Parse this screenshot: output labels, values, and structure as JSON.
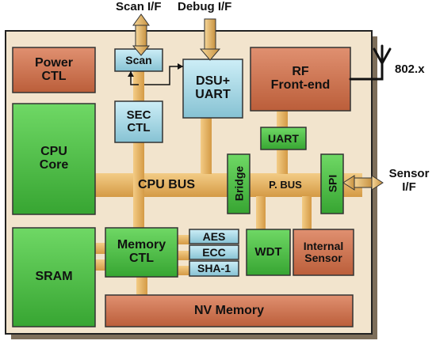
{
  "external": {
    "scan_if": "Scan I/F",
    "debug_if": "Debug I/F",
    "antenna": "802.x",
    "sensor_if": "Sensor\nI/F"
  },
  "blocks": {
    "power_ctl": "Power\nCTL",
    "scan": "Scan",
    "sec_ctl": "SEC\nCTL",
    "dsu_uart": "DSU+\nUART",
    "rf_frontend": "RF\nFront-end",
    "cpu_core": "CPU\nCore",
    "uart": "UART",
    "bridge": "Bridge",
    "spi": "SPI",
    "sram": "SRAM",
    "memory_ctl": "Memory\nCTL",
    "aes": "AES",
    "ecc": "ECC",
    "sha1": "SHA-1",
    "wdt": "WDT",
    "internal_sensor": "Internal\nSensor",
    "nv_memory": "NV Memory"
  },
  "buses": {
    "cpu_bus": "CPU BUS",
    "p_bus": "P. BUS"
  },
  "colors": {
    "chip_bg": "#f2e4cd",
    "bus": "#e8b563",
    "orange_block": "#d47a52",
    "green_block": "#4fc24a",
    "blue_block": "#a8d8e6"
  }
}
